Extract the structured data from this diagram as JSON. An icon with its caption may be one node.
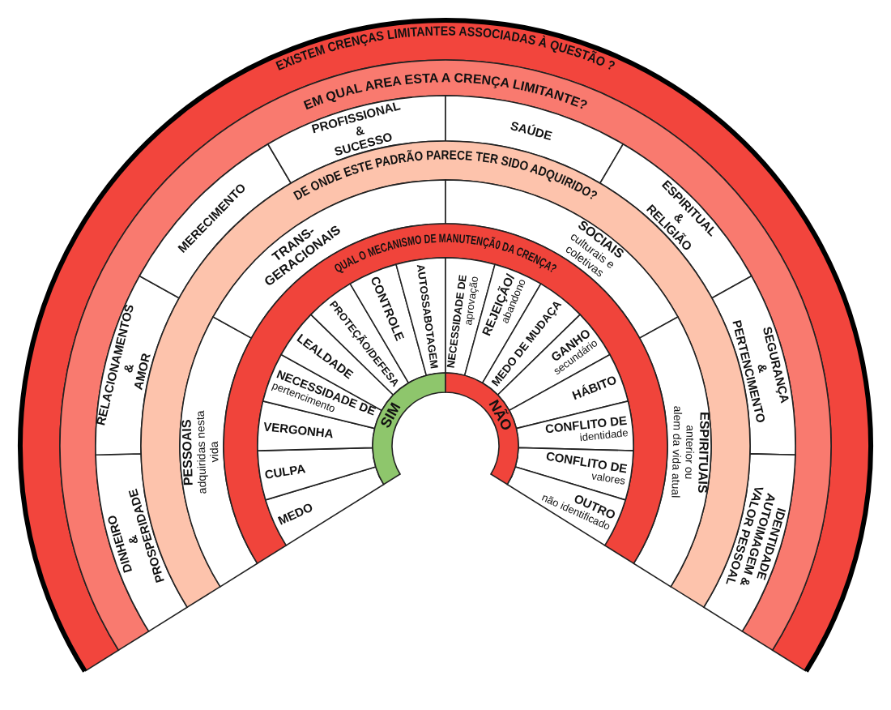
{
  "diagram": {
    "nodes": [
      {
        "text": [
          "EXISTEM CRENÇAS LIMITANTES ASSOCIADAS À QUESTÃO ?"
        ]
      },
      {
        "text": [
          "EM QUAL AREA ESTA A CRENÇA LIMITANTE?"
        ]
      },
      {
        "text": [
          "DINHEIRO & PROSPERIDADE"
        ]
      },
      {
        "text": [
          "RELACIONAMENTOS & AMOR"
        ]
      },
      {
        "text": [
          "MERECIMENTO"
        ]
      },
      {
        "text": [
          "PROFISSIONAL & SUCESSO"
        ]
      },
      {
        "text": [
          "SAÚDE"
        ]
      },
      {
        "text": [
          "ESPIRITUAL & RELIGIÃO"
        ]
      },
      {
        "text": [
          "SEGURANÇA & PERTENCIMENTO"
        ]
      },
      {
        "text": [
          "IDENTIDADE AUTOIMAGEM & VALOR PESSOAL"
        ]
      },
      {
        "text": [
          "DE ONDE ESTE PADRÃO PARECE TER SIDO ADQUIRIDO?"
        ]
      },
      {
        "text": [
          "PESSOAIS",
          "adquiridas nesta vida"
        ]
      },
      {
        "text": [
          "TRANS-GERACIONAIS"
        ]
      },
      {
        "text": [
          "SOCIAIS",
          "culturais e coletivas"
        ]
      },
      {
        "text": [
          "ESPIRITUAIS",
          "anterior ou alem da vida atual"
        ]
      },
      {
        "text": [
          "QUAL O MECANISMO DE MANUTENÇÃ0 DA CRENÇA?"
        ]
      },
      {
        "text": [
          "MEDO"
        ]
      },
      {
        "text": [
          "CULPA"
        ]
      },
      {
        "text": [
          "VERGONHA"
        ]
      },
      {
        "text": [
          "NECESSIDADE DE",
          "pertencimento"
        ]
      },
      {
        "text": [
          "LEALDADE"
        ]
      },
      {
        "text": [
          "PROTEÇÃO/DEFESA"
        ]
      },
      {
        "text": [
          "CONTROLE"
        ]
      },
      {
        "text": [
          "AUTOSSABOTAGEM"
        ]
      },
      {
        "text": [
          "NECESSIDADE DE",
          "aprovação"
        ]
      },
      {
        "text": [
          "REJEIÇÃO/",
          "abandono"
        ]
      },
      {
        "text": [
          "MEDO DE MUDAÇA"
        ]
      },
      {
        "text": [
          "GANHO",
          "secundário"
        ]
      },
      {
        "text": [
          "HÁBITO"
        ]
      },
      {
        "text": [
          "CONFLITO DE",
          "identidade"
        ]
      },
      {
        "text": [
          "CONFLITO DE",
          "valores"
        ]
      },
      {
        "text": [
          "OUTRO",
          "não identificado"
        ]
      },
      {
        "text": [
          "SIM"
        ]
      },
      {
        "text": [
          "NÃO"
        ]
      }
    ]
  }
}
